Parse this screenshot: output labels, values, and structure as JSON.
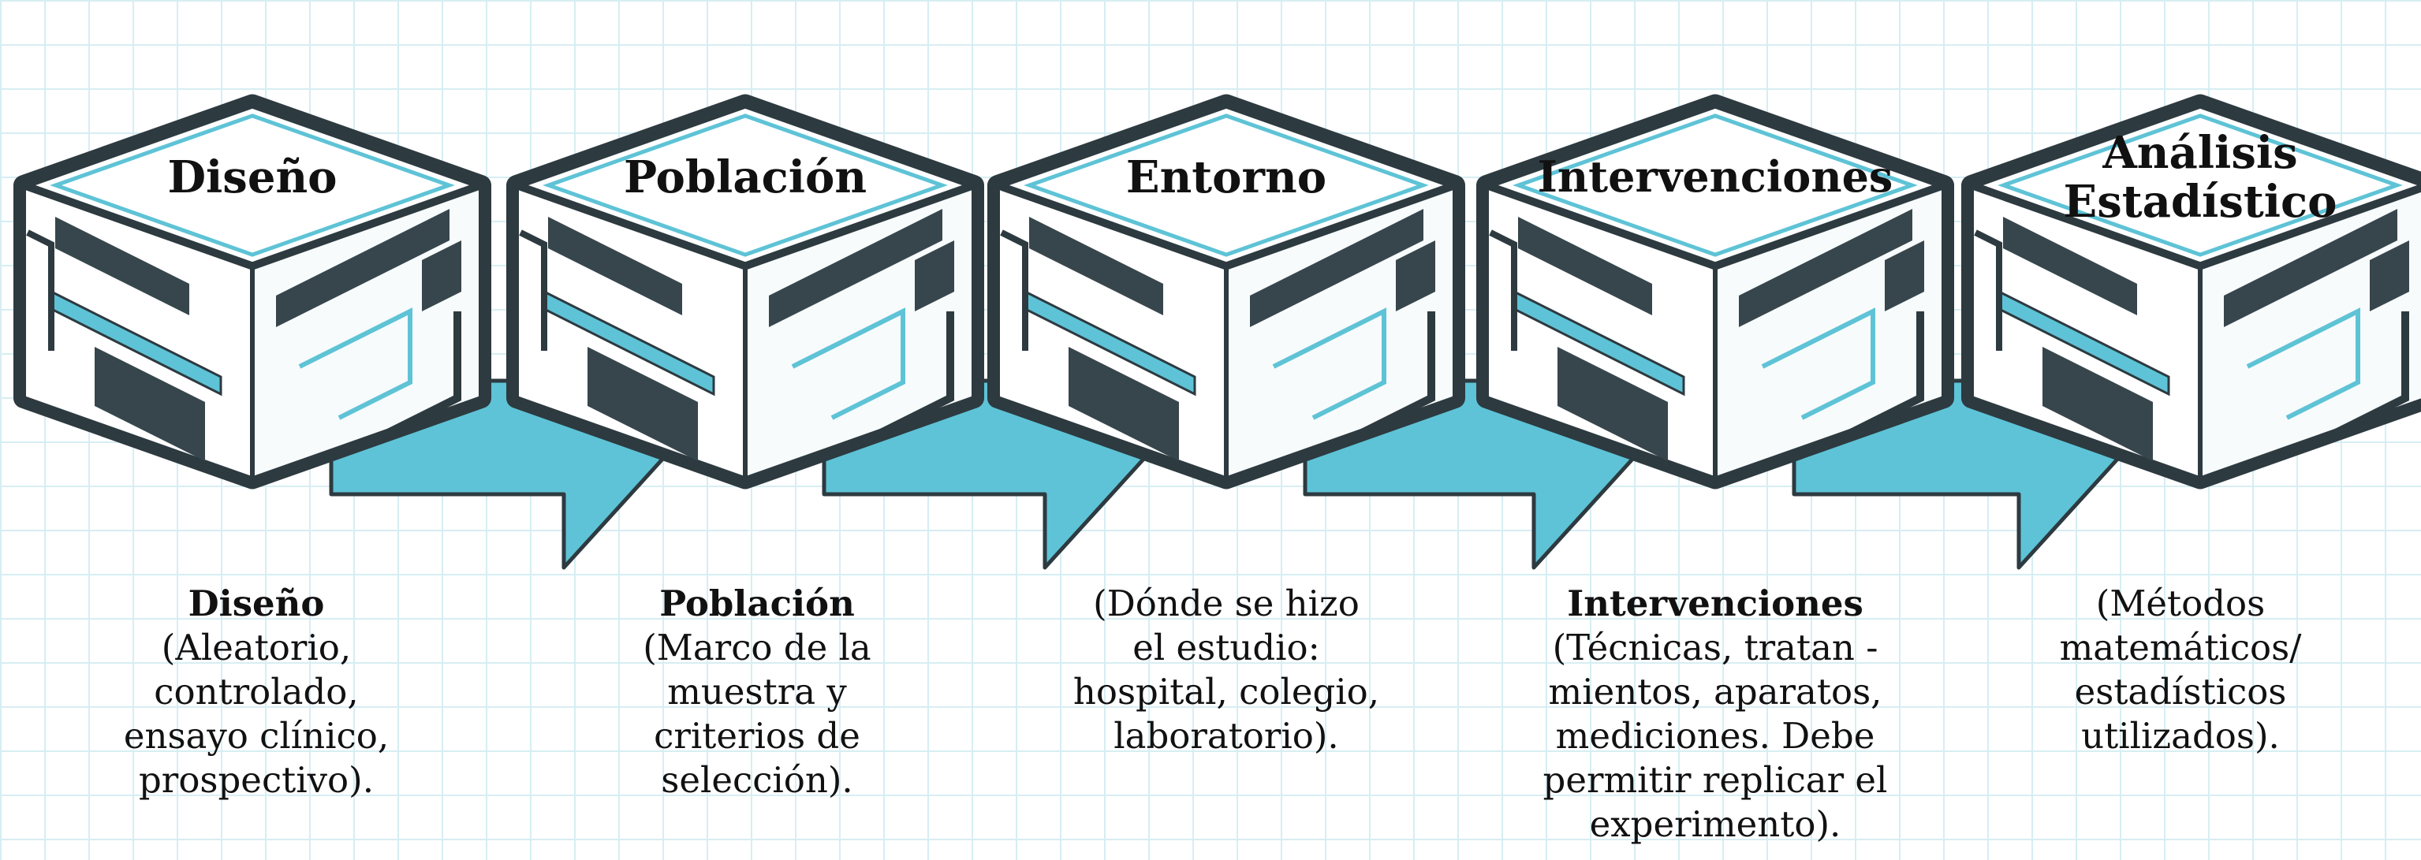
{
  "colors": {
    "outline": "#2d3a40",
    "panel": "#37464c",
    "accent": "#5ec3d6",
    "top_face": "#ffffff",
    "grid": "#d6eef3"
  },
  "steps": [
    {
      "cube_title": "Diseño",
      "desc_title": "Diseño",
      "desc_body": "(Aleatorio,\ncontrolado,\nensayo clínico,\nprospectivo)."
    },
    {
      "cube_title": "Población",
      "desc_title": "Población",
      "desc_body": "(Marco de la\nmuestra y\ncriterios de\nselección)."
    },
    {
      "cube_title": "Entorno",
      "desc_title": "",
      "desc_body": "(Dónde se hizo\nel estudio:\nhospital, colegio,\nlaboratorio)."
    },
    {
      "cube_title": "Intervenciones",
      "desc_title": "Intervenciones",
      "desc_body": "(Técnicas, tratan -\nmientos, aparatos,\nmediciones. Debe\npermitir replicar el\nexperimento)."
    },
    {
      "cube_title": "Análisis\nEstadístico",
      "desc_title": "",
      "desc_body": "(Métodos\nmatemáticos/\nestadísticos\nutilizados)."
    }
  ]
}
